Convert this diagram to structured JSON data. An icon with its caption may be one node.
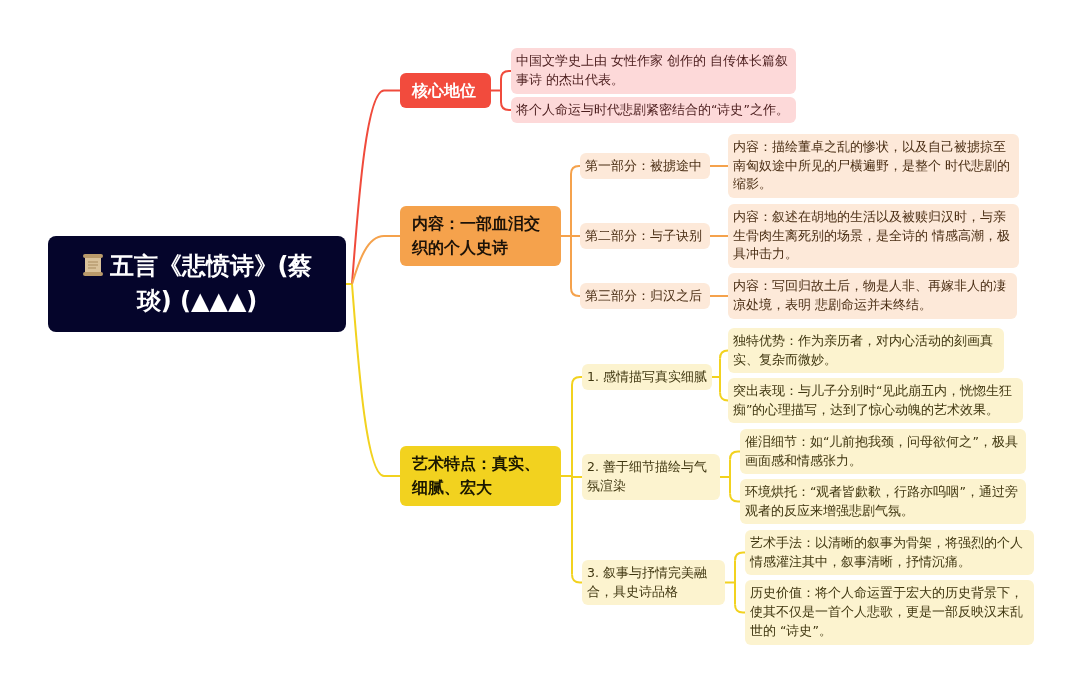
{
  "diagram": {
    "nodes": [
      {
        "text": [
          "五言《悲愤诗》(蔡琰) (▲▲▲)"
        ]
      },
      {
        "text": [
          "核心地位"
        ]
      },
      {
        "text": [
          "中国文学史上由 女性作家 创作的 自传体长篇叙事诗 的杰出代表。"
        ]
      },
      {
        "text": [
          "将个人命运与时代悲剧紧密结合的“诗史”之作。"
        ]
      },
      {
        "text": [
          "内容：一部血泪交织的个人史诗"
        ]
      },
      {
        "text": [
          "第一部分：被掳途中"
        ]
      },
      {
        "text": [
          "内容：描绘董卓之乱的惨状，以及自己被掳掠至南匈奴途中所见的尸横遍野，是整个 时代悲剧的缩影。"
        ]
      },
      {
        "text": [
          "第二部分：与子诀别"
        ]
      },
      {
        "text": [
          "内容：叙述在胡地的生活以及被赎归汉时，与亲生骨肉生离死别的场景，是全诗的 情感高潮，极具冲击力。"
        ]
      },
      {
        "text": [
          "第三部分：归汉之后"
        ]
      },
      {
        "text": [
          "内容：写回归故土后，物是人非、再嫁非人的凄凉处境，表明 悲剧命运并未终结。"
        ]
      },
      {
        "text": [
          "艺术特点：真实、细腻、宏大"
        ]
      },
      {
        "text": [
          "1. 感情描写真实细腻"
        ]
      },
      {
        "text": [
          "独特优势：作为亲历者，对内心活动的刻画真实、复杂而微妙。"
        ]
      },
      {
        "text": [
          "突出表现：与儿子分别时“见此崩五内，恍惚生狂痴”的心理描写，达到了惊心动魄的艺术效果。"
        ]
      },
      {
        "text": [
          "2. 善于细节描绘与气氛渲染"
        ]
      },
      {
        "text": [
          "催泪细节：如“儿前抱我颈，问母欲何之”，极具画面感和情感张力。"
        ]
      },
      {
        "text": [
          "环境烘托：“观者皆歔欷，行路亦呜咽”，通过旁观者的反应来增强悲剧气氛。"
        ]
      },
      {
        "text": [
          "3. 叙事与抒情完美融合，具史诗品格"
        ]
      },
      {
        "text": [
          "艺术手法：以清晰的叙事为骨架，将强烈的个人情感灌注其中，叙事清晰，抒情沉痛。"
        ]
      },
      {
        "text": [
          "历史价值：将个人命运置于宏大的历史背景下，使其不仅是一首个人悲歌，更是一部反映汉末乱世的 “诗史”。"
        ]
      }
    ],
    "edges": [
      {
        "from": 0,
        "to": 1,
        "arrow": "none",
        "color": "#f04b3c"
      },
      {
        "from": 1,
        "to": 2,
        "arrow": "none",
        "color": "#f04b3c"
      },
      {
        "from": 1,
        "to": 3,
        "arrow": "none",
        "color": "#f04b3c"
      },
      {
        "from": 0,
        "to": 4,
        "arrow": "none",
        "color": "#f5a24c"
      },
      {
        "from": 4,
        "to": 5,
        "arrow": "none",
        "color": "#f5a24c"
      },
      {
        "from": 5,
        "to": 6,
        "arrow": "none",
        "color": "#f5a24c"
      },
      {
        "from": 4,
        "to": 7,
        "arrow": "none",
        "color": "#f5a24c"
      },
      {
        "from": 7,
        "to": 8,
        "arrow": "none",
        "color": "#f5a24c"
      },
      {
        "from": 4,
        "to": 9,
        "arrow": "none",
        "color": "#f5a24c"
      },
      {
        "from": 9,
        "to": 10,
        "arrow": "none",
        "color": "#f5a24c"
      },
      {
        "from": 0,
        "to": 11,
        "arrow": "none"
      },
      {
        "from": 11,
        "to": 12,
        "arrow": "none"
      },
      {
        "from": 12,
        "to": 13,
        "arrow": "none"
      },
      {
        "from": 12,
        "to": 14,
        "arrow": "none"
      },
      {
        "from": 11,
        "to": 15,
        "arrow": "none"
      },
      {
        "from": 15,
        "to": 16,
        "arrow": "none"
      },
      {
        "from": 15,
        "to": 17,
        "arrow": "none"
      },
      {
        "from": 11,
        "to": 18,
        "arrow": "none"
      },
      {
        "from": 18,
        "to": 19,
        "arrow": "none"
      },
      {
        "from": 18,
        "to": 20,
        "arrow": "none"
      }
    ]
  }
}
